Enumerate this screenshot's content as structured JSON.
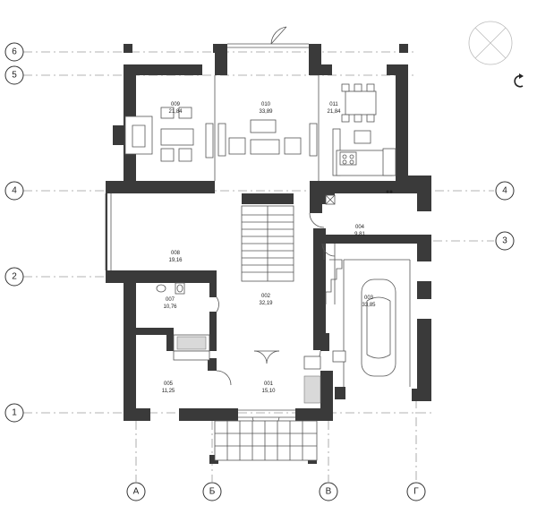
{
  "axes": {
    "horizontal": [
      {
        "label": "6"
      },
      {
        "label": "5"
      },
      {
        "label": "4"
      },
      {
        "label": "2"
      },
      {
        "label": "1"
      },
      {
        "label": "4"
      },
      {
        "label": "3"
      }
    ],
    "vertical": [
      {
        "label": "А"
      },
      {
        "label": "Б"
      },
      {
        "label": "В"
      },
      {
        "label": "Г"
      }
    ]
  },
  "rooms": [
    {
      "id": "001",
      "area": "15,10"
    },
    {
      "id": "002",
      "area": "32,19"
    },
    {
      "id": "003",
      "area": "33,85"
    },
    {
      "id": "004",
      "area": "9,81"
    },
    {
      "id": "005",
      "area": "11,25"
    },
    {
      "id": "007",
      "area": "10,76"
    },
    {
      "id": "008",
      "area": "19,16"
    },
    {
      "id": "009",
      "area": "21,84"
    },
    {
      "id": "010",
      "area": "33,89"
    },
    {
      "id": "011",
      "area": "21,84"
    }
  ],
  "symbols": {
    "north_arrow": "compass-circle-cross",
    "rotation_mark": "rotate-arrow-icon"
  },
  "colors": {
    "wall": "#3a3a3a",
    "axis_line": "#9a9a9a"
  }
}
